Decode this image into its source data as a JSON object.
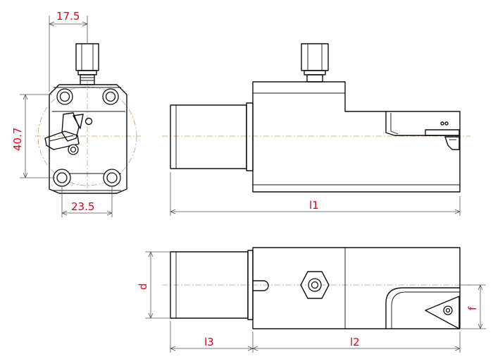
{
  "dimensions": {
    "top_width": "17.5",
    "height": "40.7",
    "bottom_width": "23.5",
    "l1": "l1",
    "d": "d",
    "l3": "l3",
    "l2": "l2",
    "f": "f"
  },
  "colors": {
    "dimension_text": "#e1001a",
    "outline": "#111111",
    "centerline": "#c49a6c"
  }
}
